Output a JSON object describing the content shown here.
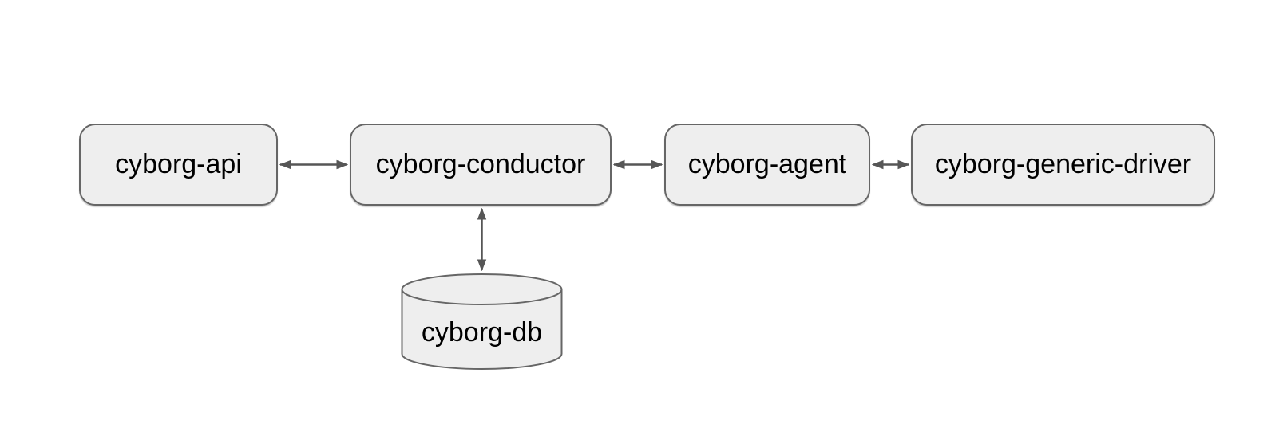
{
  "diagram": {
    "background": "#ffffff",
    "nodes": [
      {
        "id": "cyborg-api",
        "label": "cyborg-api",
        "shape": "rounded-rectangle"
      },
      {
        "id": "cyborg-conductor",
        "label": "cyborg-conductor",
        "shape": "rounded-rectangle"
      },
      {
        "id": "cyborg-agent",
        "label": "cyborg-agent",
        "shape": "rounded-rectangle"
      },
      {
        "id": "cyborg-generic-driver",
        "label": "cyborg-generic-driver",
        "shape": "rounded-rectangle"
      },
      {
        "id": "cyborg-db",
        "label": "cyborg-db",
        "shape": "cylinder"
      }
    ],
    "edges": [
      {
        "from": "cyborg-api",
        "to": "cyborg-conductor",
        "direction": "bidirectional"
      },
      {
        "from": "cyborg-conductor",
        "to": "cyborg-agent",
        "direction": "bidirectional"
      },
      {
        "from": "cyborg-agent",
        "to": "cyborg-generic-driver",
        "direction": "bidirectional"
      },
      {
        "from": "cyborg-conductor",
        "to": "cyborg-db",
        "direction": "bidirectional"
      }
    ],
    "colors": {
      "node_fill": "#eeeeee",
      "node_border": "#666666",
      "arrow": "#565656",
      "text": "#000000"
    }
  }
}
